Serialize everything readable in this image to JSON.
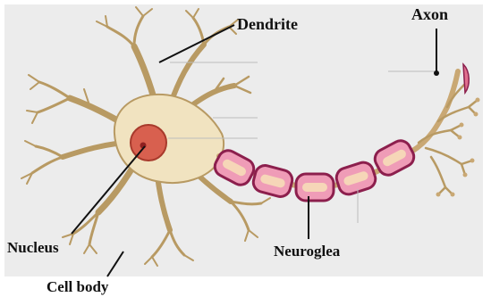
{
  "labels": {
    "dendrite": "Dendrite",
    "axon": "Axon",
    "nucleus": "Nucleus",
    "neuroglea": "Neuroglea",
    "cell_body": "Cell body"
  },
  "colors": {
    "background_panel": "#ececec",
    "cell_fill": "#f1e3c0",
    "cell_stroke": "#b89a63",
    "nucleus_fill": "#d8604f",
    "nucleus_dot": "#8f2020",
    "sheath_fill": "#ef9cb7",
    "sheath_stroke": "#8c1f4d",
    "sheath_core": "#f6d6b8",
    "leader_line": "#111111",
    "guide_line": "#bdbdbd"
  }
}
